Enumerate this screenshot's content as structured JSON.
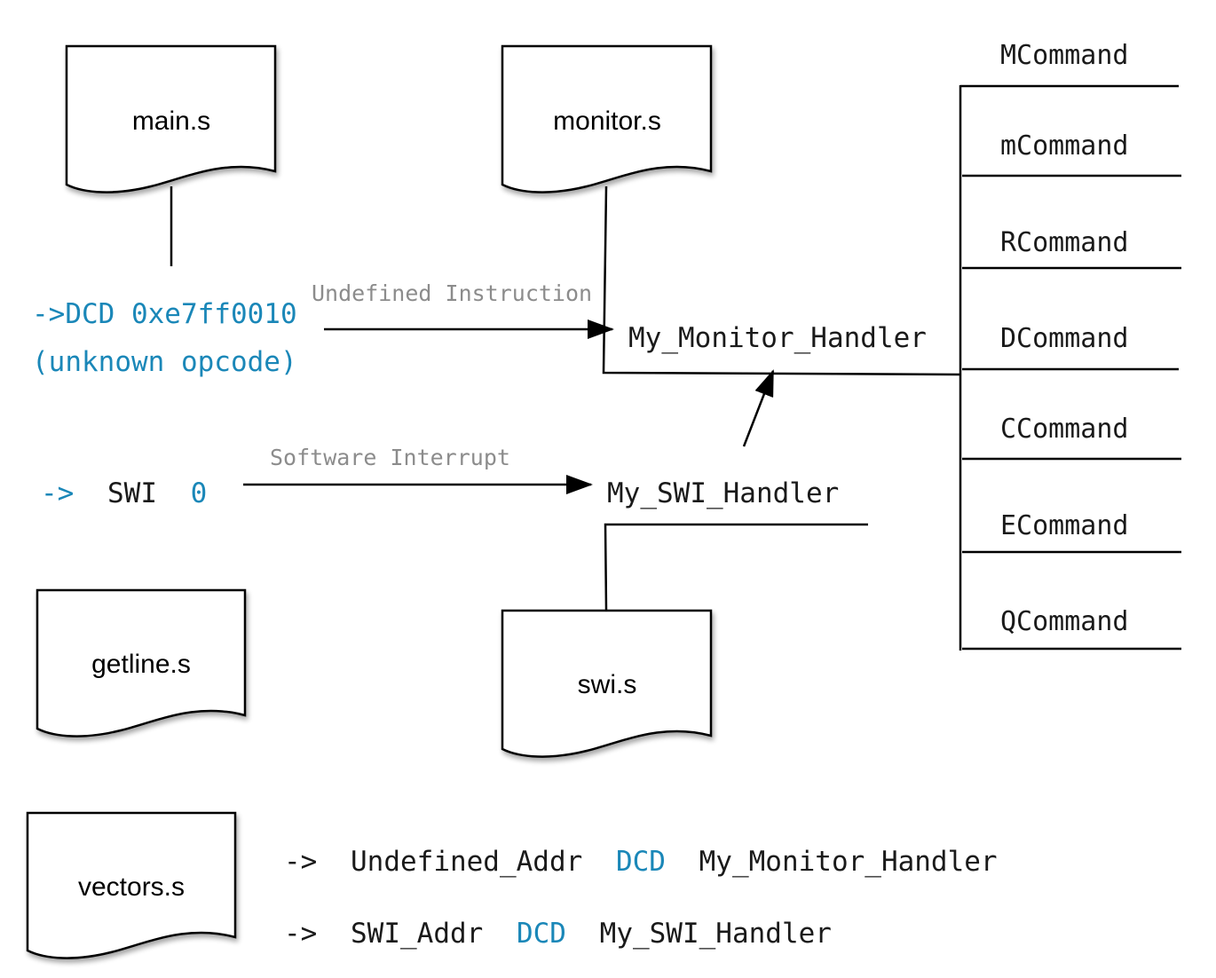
{
  "colors": {
    "keyword": "#1a87b8",
    "muted": "#8c8c8c",
    "text": "#1a1a1a",
    "line": "#000000"
  },
  "documents": {
    "main": "main.s",
    "monitor": "monitor.s",
    "getline": "getline.s",
    "swi": "swi.s",
    "vectors": "vectors.s"
  },
  "main_code": {
    "dcd_line": "->DCD 0xe7ff0010",
    "unknown_line": "(unknown opcode)",
    "swi_arrow": "->",
    "swi_keyword": "SWI",
    "swi_value": "0"
  },
  "edges": {
    "undefined_instruction": "Undefined Instruction",
    "software_interrupt": "Software Interrupt"
  },
  "handlers": {
    "monitor": "My_Monitor_Handler",
    "swi": "My_SWI_Handler"
  },
  "commands": [
    "MCommand",
    "mCommand",
    "RCommand",
    "DCommand",
    "CCommand",
    "ECommand",
    "QCommand"
  ],
  "vectors_code": {
    "line1": {
      "arrow": "->",
      "name": "Undefined_Addr",
      "keyword": "DCD",
      "target": "My_Monitor_Handler"
    },
    "line2": {
      "arrow": "->",
      "name": "SWI_Addr",
      "keyword": "DCD",
      "target": "My_SWI_Handler"
    }
  }
}
